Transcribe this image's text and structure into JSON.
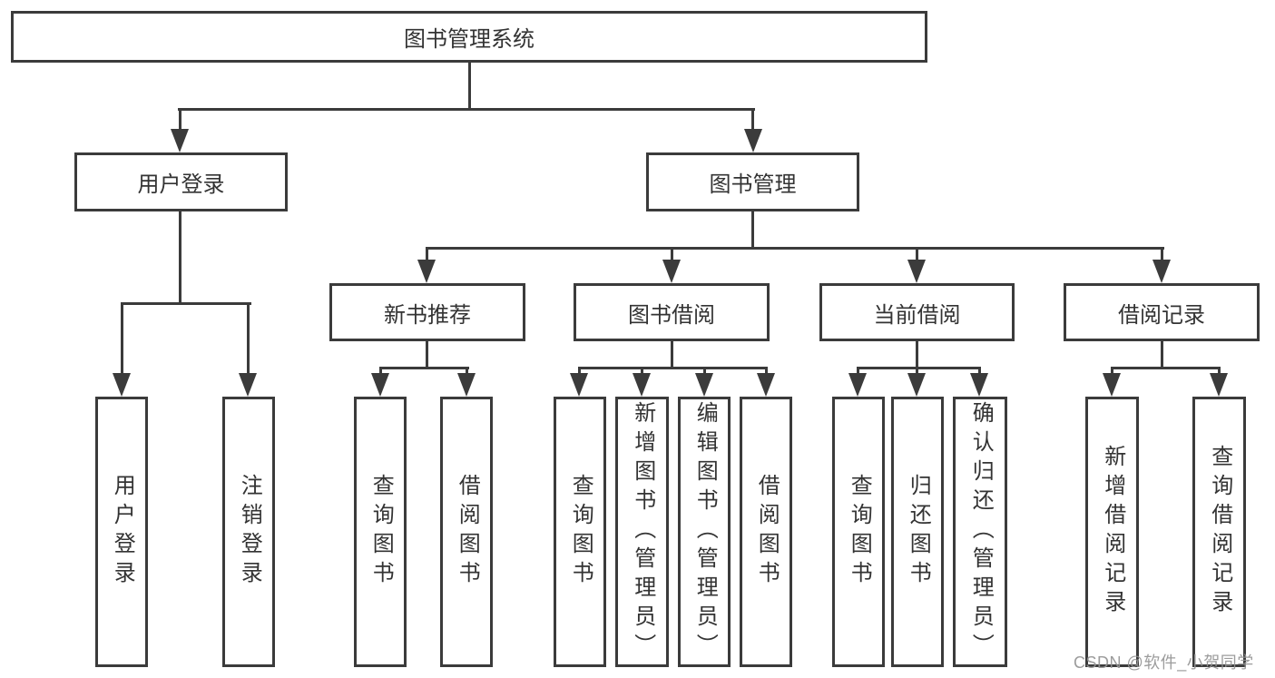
{
  "tree": {
    "root": {
      "label": "图书管理系统",
      "children": [
        {
          "label": "用户登录",
          "children": [
            {
              "label": "用户登录"
            },
            {
              "label": "注销登录"
            }
          ]
        },
        {
          "label": "图书管理",
          "children": [
            {
              "label": "新书推荐",
              "children": [
                {
                  "label": "查询图书"
                },
                {
                  "label": "借阅图书"
                }
              ]
            },
            {
              "label": "图书借阅",
              "children": [
                {
                  "label": "查询图书"
                },
                {
                  "label": "新增图书（管理员）"
                },
                {
                  "label": "编辑图书（管理员）"
                },
                {
                  "label": "借阅图书"
                }
              ]
            },
            {
              "label": "当前借阅",
              "children": [
                {
                  "label": "查询图书"
                },
                {
                  "label": "归还图书"
                },
                {
                  "label": "确认归还（管理员）"
                }
              ]
            },
            {
              "label": "借阅记录",
              "children": [
                {
                  "label": "新增借阅记录"
                },
                {
                  "label": "查询借阅记录"
                }
              ]
            }
          ]
        }
      ]
    }
  },
  "watermark": {
    "text": "CSDN @软件_小贺同学"
  },
  "colors": {
    "line": "#3b3b3b",
    "text": "#333333",
    "background": "#ffffff",
    "watermark": "#949494"
  }
}
